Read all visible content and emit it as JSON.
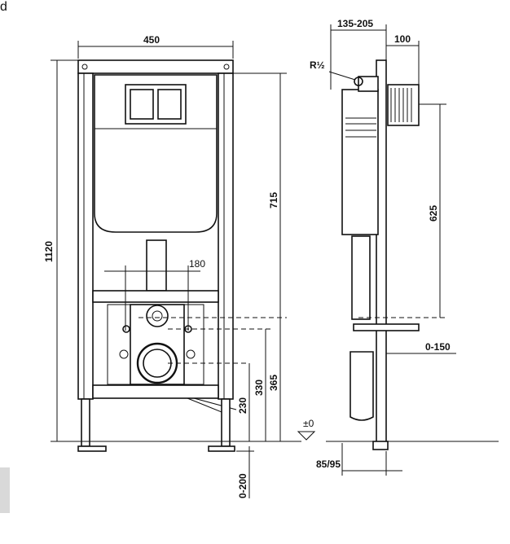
{
  "corner_letter": "d",
  "dimensions": {
    "front_width": "450",
    "height_total": "1120",
    "height_cistern": "715",
    "outlet_spacing": "180",
    "height_outlet_365": "365",
    "height_outlet_330": "330",
    "height_outlet_230": "230",
    "floor_adjust": "0-200",
    "floor_zero": "±0",
    "depth_range": "135-205",
    "depth_100": "100",
    "thread": "R½",
    "height_625": "625",
    "offset_0_150": "0-150",
    "foot_85_95": "85/95"
  }
}
